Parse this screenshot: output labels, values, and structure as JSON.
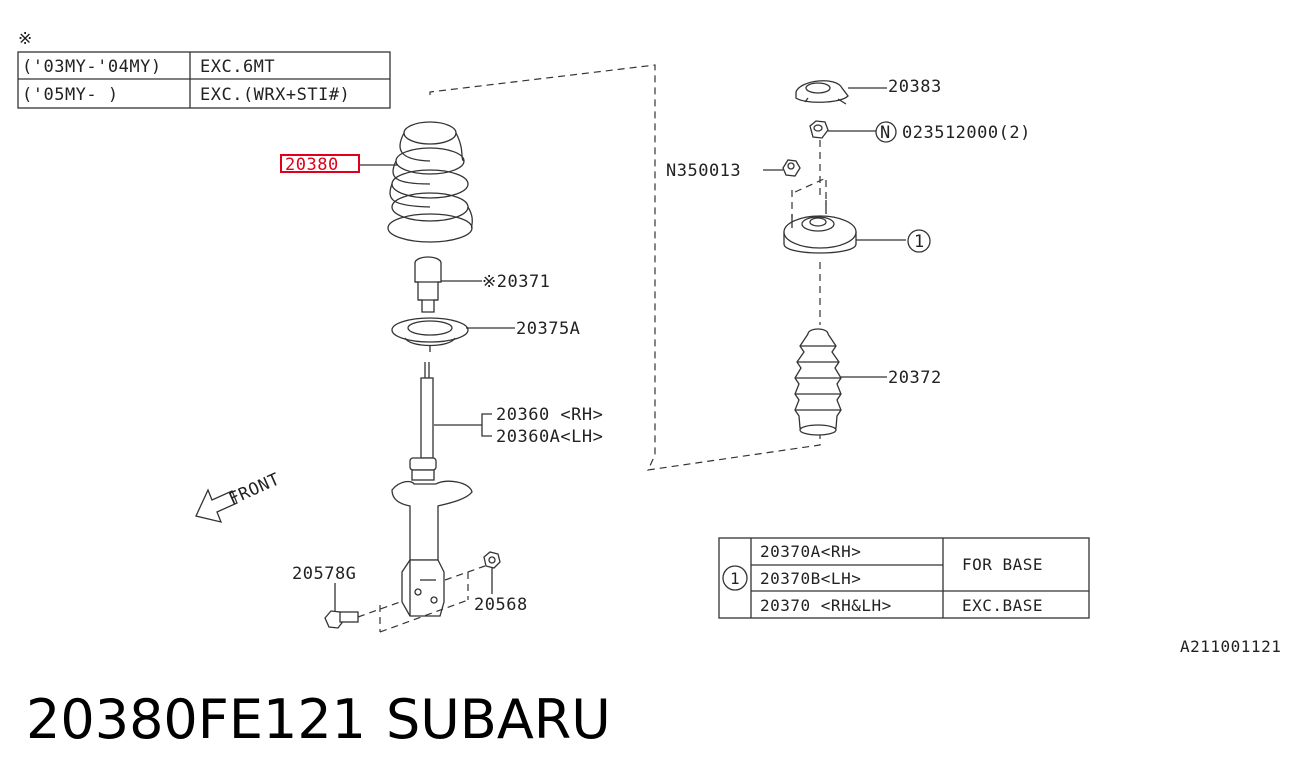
{
  "note_table": {
    "mark": "※",
    "rows": [
      {
        "years": "('03MY-'04MY)",
        "condition": "EXC.6MT"
      },
      {
        "years": "('05MY-        )",
        "condition": "EXC.(WRX+STI#)"
      }
    ]
  },
  "callouts": {
    "coil_spring": "20380",
    "helper": "※20371",
    "spring_seat": "20375A",
    "strut_rh": "20360 <RH>",
    "strut_lh": "20360A<LH>",
    "bolt": "20578G",
    "nut_lower": "20568",
    "cap": "20383",
    "nut_upper_circle": "N",
    "nut_upper": "023512000(2)",
    "nut_small": "N350013",
    "mount_ref": "1",
    "boot": "20372"
  },
  "front_label": "FRONT",
  "ref_table": {
    "index": "1",
    "rows": [
      {
        "part": "20370A<RH>",
        "note": "FOR BASE"
      },
      {
        "part": "20370B<LH>",
        "note": ""
      },
      {
        "part": "20370  <RH&LH>",
        "note": "EXC.BASE"
      }
    ]
  },
  "diagram_code": "A211001121",
  "footer": {
    "part_number": "20380FE121",
    "brand": "SUBARU"
  },
  "colors": {
    "highlight": "#e0001a",
    "line": "#333333"
  }
}
